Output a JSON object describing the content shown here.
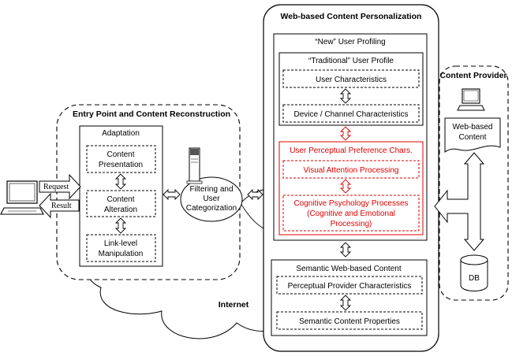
{
  "cloud_label": "Internet",
  "entry": {
    "title": "Entry Point and Content Reconstruction",
    "adaptation": {
      "title": "Adaptation",
      "items": [
        [
          "Content",
          "Presentation"
        ],
        [
          "Content",
          "Alteration"
        ],
        [
          "Link-level",
          "Manipulation"
        ]
      ]
    }
  },
  "client": {
    "request": "Request",
    "result": "Result"
  },
  "filtering": [
    "Filtering and",
    "User",
    "Categorization"
  ],
  "personalization": {
    "title": "Web-based Content Personalization",
    "new_profiling": "“New” User Profiling",
    "traditional": {
      "title": "“Traditional” User Profile",
      "items": [
        "User Characteristics",
        "Device / Channel Characteristics"
      ]
    },
    "perceptual": {
      "title": "User Perceptual Preference Chars.",
      "visual": "Visual Attention Processing",
      "cognitive": [
        "Cognitive Psychology Processes",
        "(Cognitive and Emotional",
        "Processing)"
      ]
    },
    "semantic": {
      "title": "Semantic Web-based Content",
      "items": [
        "Perceptual Provider Characteristics",
        "Semantic Content Properties"
      ]
    }
  },
  "provider": {
    "title": "Content Provider",
    "doc": [
      "Web-based",
      "Content"
    ],
    "db": "DB"
  },
  "colors": {
    "highlight": "#e00000",
    "line": "#000000",
    "background": "#ffffff"
  }
}
